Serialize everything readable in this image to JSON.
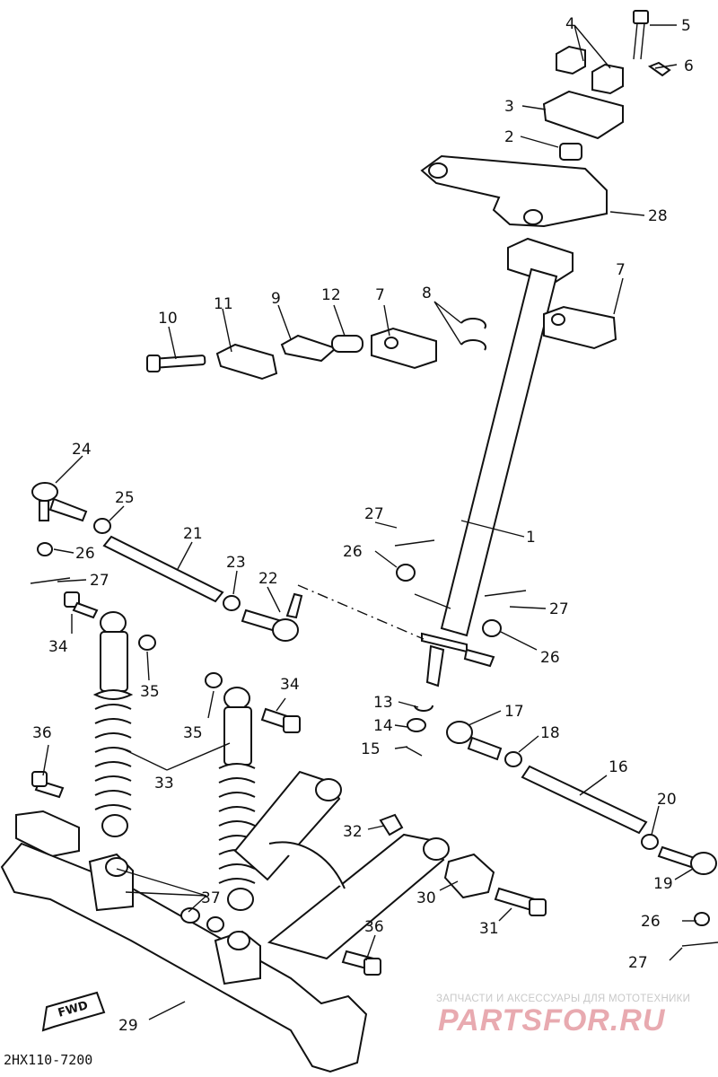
{
  "diagram": {
    "code": "2HX110-7200",
    "fwd_label": "FWD",
    "callouts": [
      {
        "id": "c5",
        "label": "5"
      },
      {
        "id": "c4",
        "label": "4"
      },
      {
        "id": "c6",
        "label": "6"
      },
      {
        "id": "c3",
        "label": "3"
      },
      {
        "id": "c2",
        "label": "2"
      },
      {
        "id": "c28",
        "label": "28"
      },
      {
        "id": "c10",
        "label": "10"
      },
      {
        "id": "c11",
        "label": "11"
      },
      {
        "id": "c9",
        "label": "9"
      },
      {
        "id": "c12",
        "label": "12"
      },
      {
        "id": "c7a",
        "label": "7"
      },
      {
        "id": "c8",
        "label": "8"
      },
      {
        "id": "c7b",
        "label": "7"
      },
      {
        "id": "c24",
        "label": "24"
      },
      {
        "id": "c25",
        "label": "25"
      },
      {
        "id": "c26a",
        "label": "26"
      },
      {
        "id": "c27a",
        "label": "27"
      },
      {
        "id": "c21",
        "label": "21"
      },
      {
        "id": "c23",
        "label": "23"
      },
      {
        "id": "c22",
        "label": "22"
      },
      {
        "id": "c27b",
        "label": "27"
      },
      {
        "id": "c26b",
        "label": "26"
      },
      {
        "id": "c1",
        "label": "1"
      },
      {
        "id": "c27c",
        "label": "27"
      },
      {
        "id": "c26c",
        "label": "26"
      },
      {
        "id": "c34a",
        "label": "34"
      },
      {
        "id": "c35a",
        "label": "35"
      },
      {
        "id": "c35b",
        "label": "35"
      },
      {
        "id": "c34b",
        "label": "34"
      },
      {
        "id": "c13",
        "label": "13"
      },
      {
        "id": "c14",
        "label": "14"
      },
      {
        "id": "c15",
        "label": "15"
      },
      {
        "id": "c17",
        "label": "17"
      },
      {
        "id": "c18",
        "label": "18"
      },
      {
        "id": "c16",
        "label": "16"
      },
      {
        "id": "c36a",
        "label": "36"
      },
      {
        "id": "c33",
        "label": "33"
      },
      {
        "id": "c32",
        "label": "32"
      },
      {
        "id": "c20",
        "label": "20"
      },
      {
        "id": "c19",
        "label": "19"
      },
      {
        "id": "c37",
        "label": "37"
      },
      {
        "id": "c30",
        "label": "30"
      },
      {
        "id": "c31",
        "label": "31"
      },
      {
        "id": "c26d",
        "label": "26"
      },
      {
        "id": "c36b",
        "label": "36"
      },
      {
        "id": "c27d",
        "label": "27"
      },
      {
        "id": "c29",
        "label": "29"
      }
    ]
  },
  "watermark": {
    "tagline": "ЗАПЧАСТИ И АКСЕССУАРЫ ДЛЯ МОТОТЕХНИКИ",
    "brand": "PARTSFOR.RU",
    "brand_color": "#e8aab0"
  }
}
